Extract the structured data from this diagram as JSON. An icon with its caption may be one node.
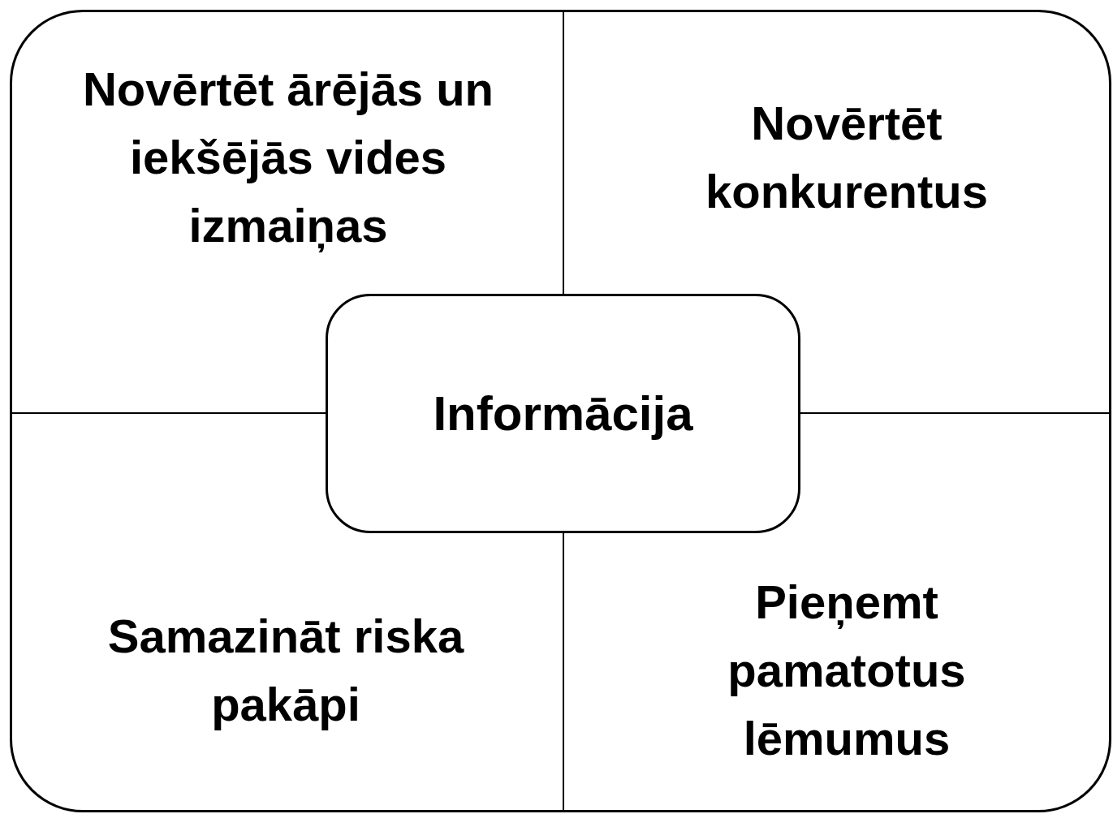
{
  "diagram": {
    "nodes": [
      {
        "text": [],
        "shape": "box"
      },
      {
        "text": [
          "Novērtēt ārējās un iekšējās vides izmaiņas"
        ],
        "in": 0
      },
      {
        "text": [
          "Novērtēt konkurentus"
        ],
        "in": 0
      },
      {
        "text": [
          "Informācija"
        ],
        "in": 0
      },
      {
        "text": [
          "Samazināt riska pakāpi"
        ],
        "in": 0
      },
      {
        "text": [
          "Pieņemt pamatotus lēmumus"
        ],
        "in": 0
      }
    ]
  }
}
